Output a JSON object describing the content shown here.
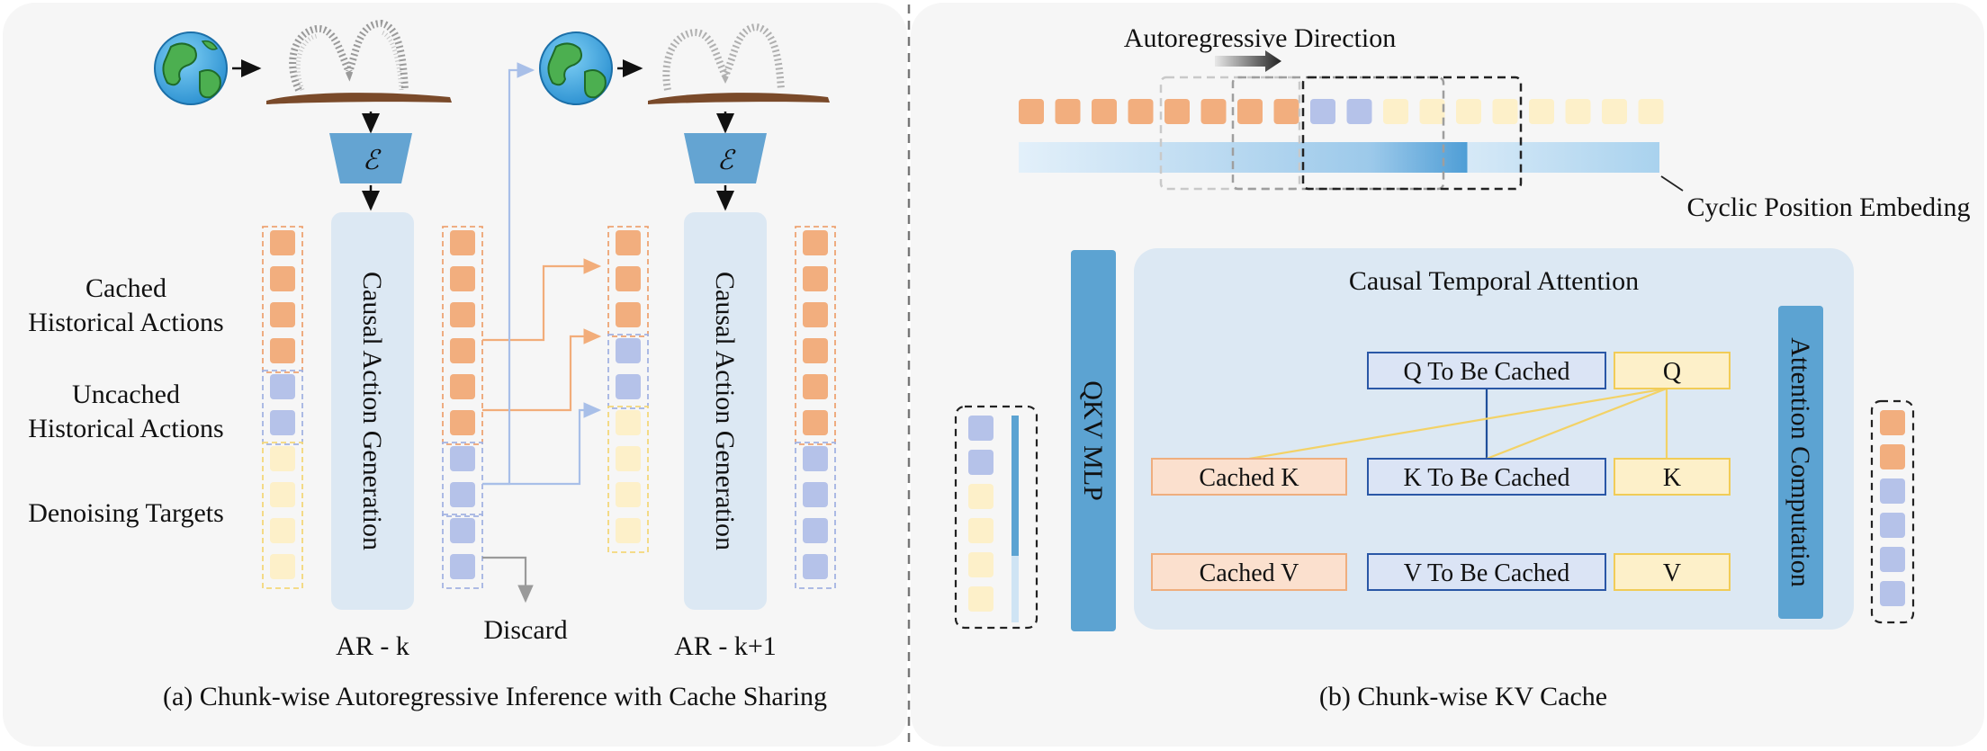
{
  "panel_a": {
    "caption": "(a) Chunk-wise Autoregressive Inference with Cache Sharing",
    "encoder_symbol": "ℰ",
    "row_labels": {
      "cached_line1": "Cached",
      "cached_line2": "Historical Actions",
      "uncached_line1": "Uncached",
      "uncached_line2": "Historical Actions",
      "denoising": "Denoising Targets"
    },
    "module_label": "Causal Action Generation",
    "step_k": "AR - k",
    "step_k1": "AR - k+1",
    "discard": "Discard"
  },
  "panel_b": {
    "caption": "(b) Chunk-wise KV Cache",
    "direction": "Autoregressive Direction",
    "cyclic": "Cyclic Position Embeding",
    "attention_title": "Causal Temporal Attention",
    "qkv_mlp": "QKV MLP",
    "attention_computation": "Attention Computation",
    "q_to_cache": "Q To Be Cached",
    "k_to_cache": "K To Be Cached",
    "v_to_cache": "V To Be Cached",
    "cached_k": "Cached K",
    "cached_v": "Cached V",
    "q": "Q",
    "k": "K",
    "v": "V"
  },
  "colors": {
    "cached": "#F2AE7E",
    "uncached": "#B5C2E9",
    "denoise": "#FDF0C9",
    "module": "#DCE8F3",
    "encoder": "#64A4D2",
    "mlp_bar": "#5CA3D2"
  }
}
